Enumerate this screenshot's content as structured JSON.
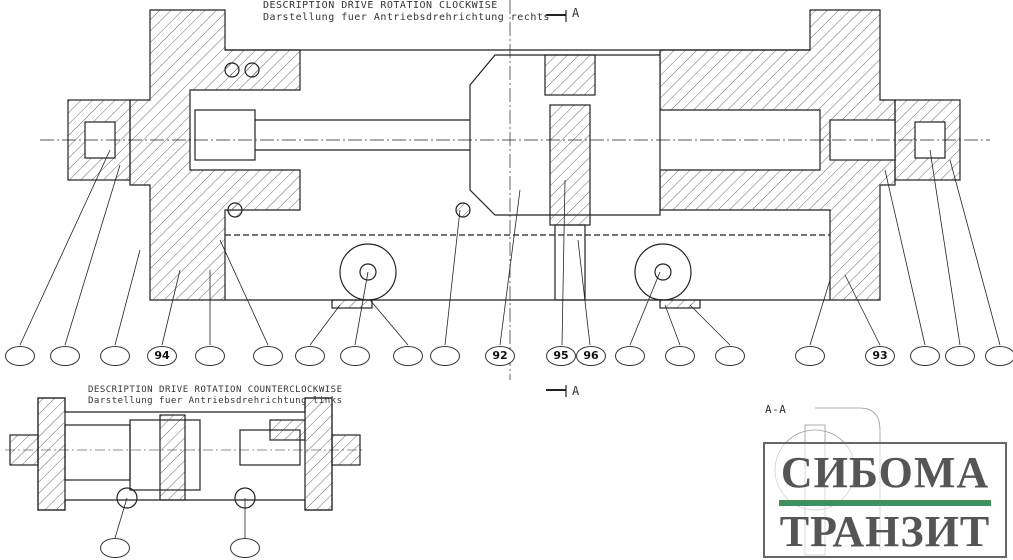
{
  "views": {
    "clockwise": {
      "title": "DESCRIPTION DRIVE ROTATION CLOCKWISE",
      "subtitle": "Darstellung fuer Antriebsdrehrichtung rechts"
    },
    "counterclockwise": {
      "title": "DESCRIPTION DRIVE ROTATION COUNTERCLOCKWISE",
      "subtitle": "Darstellung fuer Antriebsdrehrichtung links"
    },
    "section_marker_top": "A",
    "section_marker_bottom": "A",
    "section_view_label": "A-A"
  },
  "balloons": [
    "",
    "",
    "",
    "94",
    "",
    "",
    "",
    "",
    "",
    "",
    "92",
    "95",
    "96",
    "",
    "",
    "",
    "",
    "93",
    "",
    "",
    ""
  ],
  "small_balloons": [
    "",
    ""
  ],
  "logo": {
    "line1": "СИБОМА",
    "line2": "ТРАНЗИТ",
    "accent": "#3f8f5f"
  }
}
